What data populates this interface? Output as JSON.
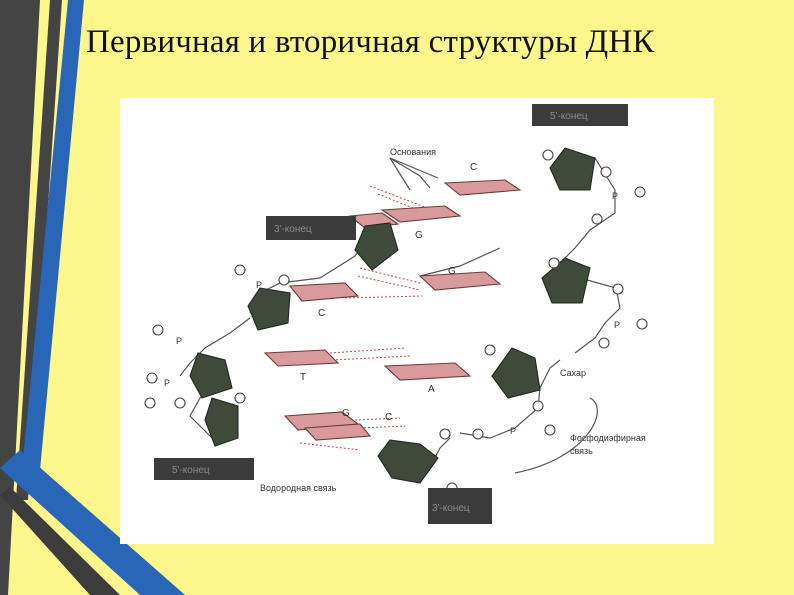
{
  "slide": {
    "title": "Первичная и вторичная структуры  ДНК"
  },
  "diagram": {
    "labels": {
      "bases": "Основания",
      "sugar": "Сахар",
      "phosphodiester_1": "Фосфодиэфирная",
      "phosphodiester_2": "связь",
      "hydrogen_bond": "Водородная связь",
      "five_end_top": "5'-конец",
      "three_end_left": "3'-конец",
      "five_end_bottom": "5'-конец",
      "three_end_bottom": "3'-конец"
    },
    "bases": {
      "c_top": "C",
      "g_top": "G",
      "g_mid": "G",
      "c_mid": "C",
      "t": "T",
      "a": "A",
      "g_bot": "G",
      "c_bot": "C"
    },
    "atoms": {
      "o": "O",
      "p": "P"
    },
    "colors": {
      "background": "#fdf68c",
      "base_fill": "#d89a9a",
      "sugar_fill": "#3f4a3a",
      "hbond": "#c04848",
      "stripe_dark": "#3c3c3c",
      "stripe_blue": "#2a66b8"
    }
  }
}
